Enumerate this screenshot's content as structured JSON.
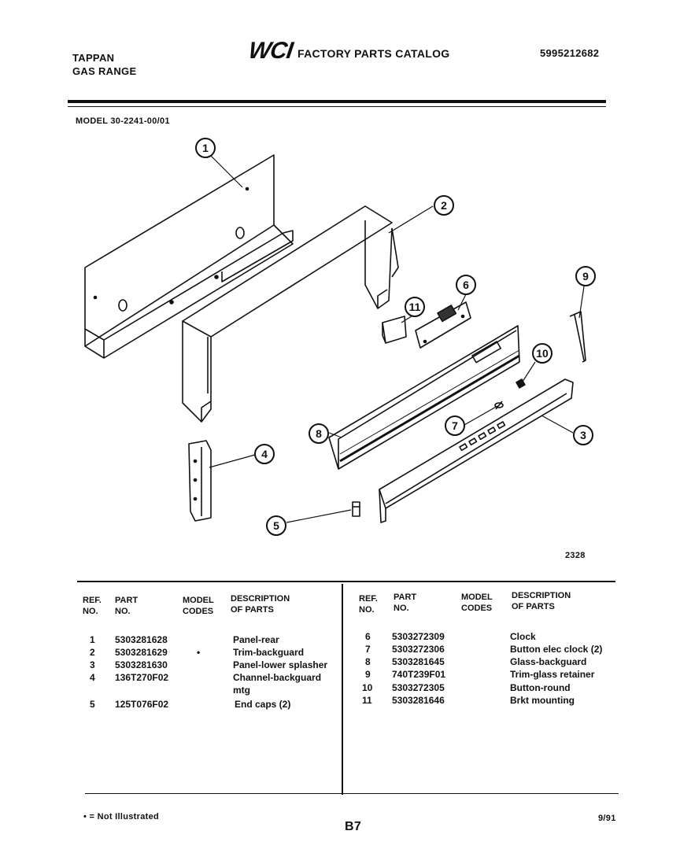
{
  "header": {
    "brand": "TAPPAN",
    "product": "GAS RANGE",
    "logo": "WCI",
    "catalog_title": "FACTORY PARTS CATALOG",
    "catalog_number": "5995212682",
    "model": "MODEL 30-2241-00/01"
  },
  "diagram": {
    "figure_number": "2328",
    "callouts": [
      "1",
      "2",
      "3",
      "4",
      "5",
      "6",
      "7",
      "8",
      "9",
      "10",
      "11"
    ]
  },
  "table": {
    "headers": {
      "ref": [
        "REF.",
        "NO."
      ],
      "part": [
        "PART",
        "NO."
      ],
      "model": [
        "MODEL",
        "CODES"
      ],
      "desc": [
        "DESCRIPTION",
        "OF PARTS"
      ]
    },
    "left_rows": [
      {
        "ref": "1",
        "part": "5303281628",
        "code": "",
        "desc": "Panel-rear"
      },
      {
        "ref": "2",
        "part": "5303281629",
        "code": "•",
        "desc": "Trim-backguard"
      },
      {
        "ref": "3",
        "part": "5303281630",
        "code": "",
        "desc": "Panel-lower splasher"
      },
      {
        "ref": "4",
        "part": "136T270F02",
        "code": "",
        "desc": "Channel-backguard"
      },
      {
        "ref": "",
        "part": "",
        "code": "",
        "desc": "mtg"
      },
      {
        "ref": "5",
        "part": "125T076F02",
        "code": "",
        "desc": "End caps (2)"
      }
    ],
    "right_rows": [
      {
        "ref": "6",
        "part": "5303272309",
        "code": "",
        "desc": "Clock"
      },
      {
        "ref": "7",
        "part": "5303272306",
        "code": "",
        "desc": "Button elec clock (2)"
      },
      {
        "ref": "8",
        "part": "5303281645",
        "code": "",
        "desc": "Glass-backguard"
      },
      {
        "ref": "9",
        "part": "740T239F01",
        "code": "",
        "desc": "Trim-glass retainer"
      },
      {
        "ref": "10",
        "part": "5303272305",
        "code": "",
        "desc": "Button-round"
      },
      {
        "ref": "11",
        "part": "5303281646",
        "code": "",
        "desc": "Brkt mounting"
      }
    ]
  },
  "footer": {
    "note": "• = Not Illustrated",
    "page": "B7",
    "date": "9/91"
  }
}
